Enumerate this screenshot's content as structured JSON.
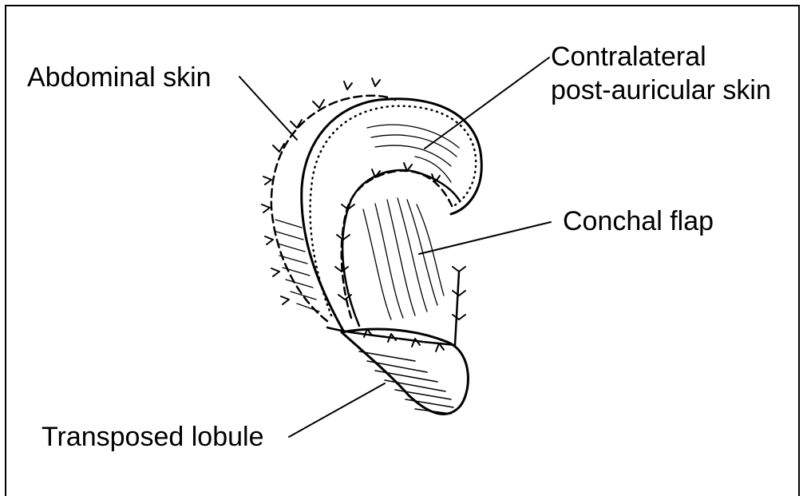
{
  "labels": {
    "abdominal_skin": "Abdominal skin",
    "contralateral_line1": "Contralateral",
    "contralateral_line2": "post-auricular skin",
    "conchal_flap": "Conchal flap",
    "transposed_lobule": "Transposed lobule"
  },
  "colors": {
    "ink": "#000000",
    "background": "#ffffff"
  }
}
